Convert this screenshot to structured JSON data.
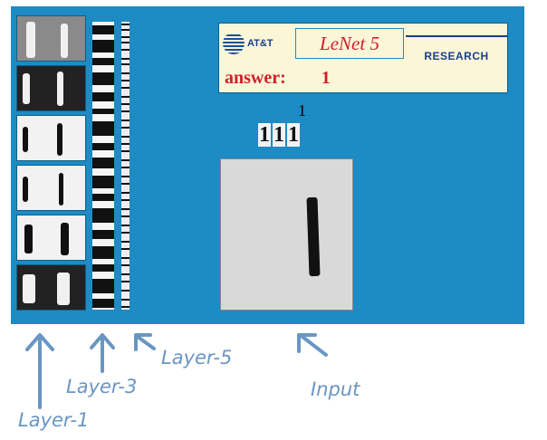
{
  "header": {
    "brand": "AT&T",
    "product": "LeNet 5",
    "division": "RESEARCH",
    "answer_label": "answer:",
    "answer_value": "1"
  },
  "prediction": {
    "top_digit": "1",
    "candidates": [
      "1",
      "1",
      "1"
    ]
  },
  "labels": {
    "layer1": "Layer-1",
    "layer3": "Layer-3",
    "layer5": "Layer-5",
    "input": "Input"
  },
  "colors": {
    "panel_background": "#1d8bc4",
    "answer_text": "#d1202a",
    "annotation": "#6a96c2"
  }
}
